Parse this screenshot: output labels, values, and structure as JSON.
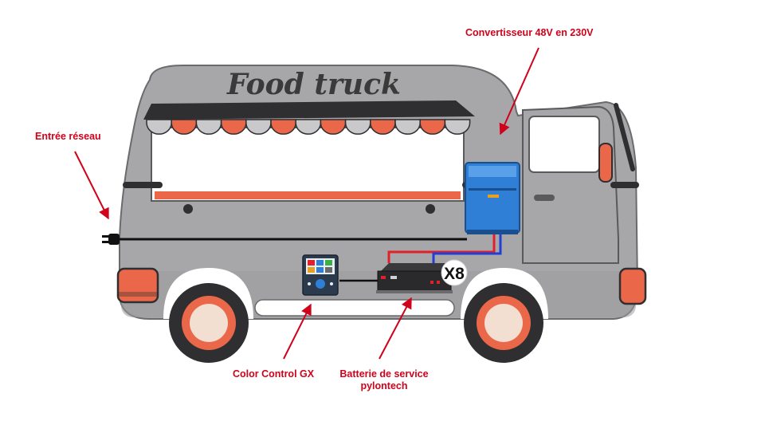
{
  "diagram": {
    "title": "Food truck",
    "multiplier": "X8",
    "labels": {
      "inverter": "Convertisseur 48V en 230V",
      "grid_input": "Entrée réseau",
      "color_control": "Color Control GX",
      "battery_line1": "Batterie de service",
      "battery_line2": "pylontech"
    }
  },
  "colors": {
    "body": "#a7a7a9",
    "body_outline": "#6b6b6d",
    "accent": "#ea6849",
    "inverter": "#2f7fd6",
    "wire_red": "#e0202a",
    "wire_blue": "#1f3fd6",
    "callout": "#d0021b",
    "tire": "#2f2f31"
  }
}
